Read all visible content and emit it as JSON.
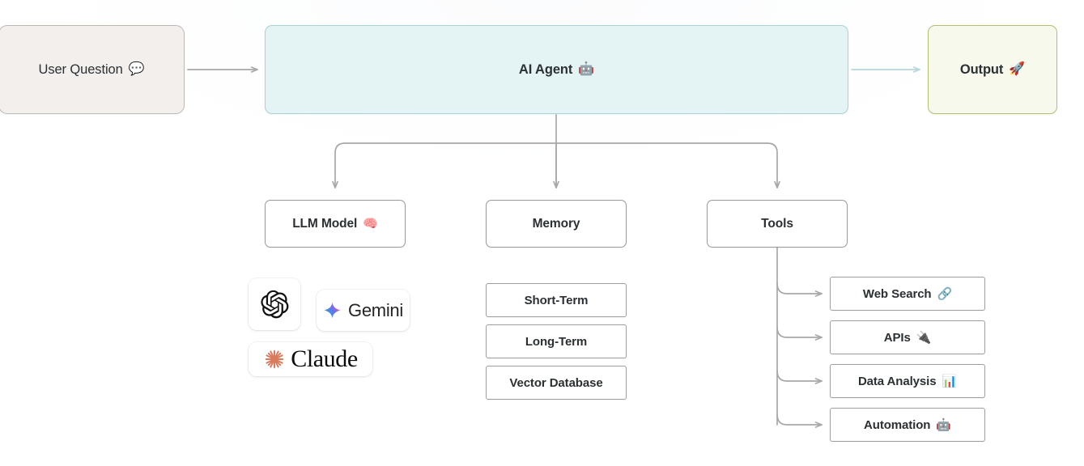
{
  "diagram": {
    "title": "AI Agent Architecture Flow",
    "type": "flowchart",
    "colors": {
      "background": "#ffffff",
      "user_box_fill": "#f2efec",
      "user_box_border": "#bdb8b2",
      "agent_box_fill": "#e4f3f3",
      "agent_box_border": "#a9d2d6",
      "output_box_fill": "#f6f9ec",
      "output_box_border": "#b4bf73",
      "node_border": "#9a9a9a",
      "connector_gray": "#a8a8a8",
      "connector_teal": "#b6d5dc",
      "text": "#2b3033"
    }
  },
  "flow": {
    "user": {
      "label": "User Question",
      "emoji": "💬",
      "emoji_name": "speech-balloon"
    },
    "agent": {
      "label": "AI Agent",
      "emoji": "🤖",
      "emoji_name": "robot"
    },
    "output": {
      "label": "Output",
      "emoji": "🚀",
      "emoji_name": "rocket"
    }
  },
  "branches": [
    {
      "id": "llm",
      "label": "LLM Model",
      "emoji": "🧠",
      "emoji_name": "brain"
    },
    {
      "id": "memory",
      "label": "Memory",
      "emoji": "",
      "emoji_name": ""
    },
    {
      "id": "tools",
      "label": "Tools",
      "emoji": "",
      "emoji_name": ""
    }
  ],
  "llm_logos": [
    {
      "id": "openai",
      "name": "OpenAI",
      "text": "",
      "icon_name": "openai-knot-logo"
    },
    {
      "id": "gemini",
      "name": "Gemini",
      "text": "Gemini",
      "icon_name": "gemini-sparkle-logo"
    },
    {
      "id": "claude",
      "name": "Claude",
      "text": "Claude",
      "icon_name": "claude-sunburst-logo"
    }
  ],
  "memory_items": [
    {
      "label": "Short-Term"
    },
    {
      "label": "Long-Term"
    },
    {
      "label": "Vector Database"
    }
  ],
  "tool_items": [
    {
      "label": "Web Search",
      "emoji": "🔗",
      "emoji_name": "link"
    },
    {
      "label": "APIs",
      "emoji": "🔌",
      "emoji_name": "electric-plug"
    },
    {
      "label": "Data Analysis",
      "emoji": "📊",
      "emoji_name": "bar-chart"
    },
    {
      "label": "Automation",
      "emoji": "🤖",
      "emoji_name": "robot"
    }
  ]
}
